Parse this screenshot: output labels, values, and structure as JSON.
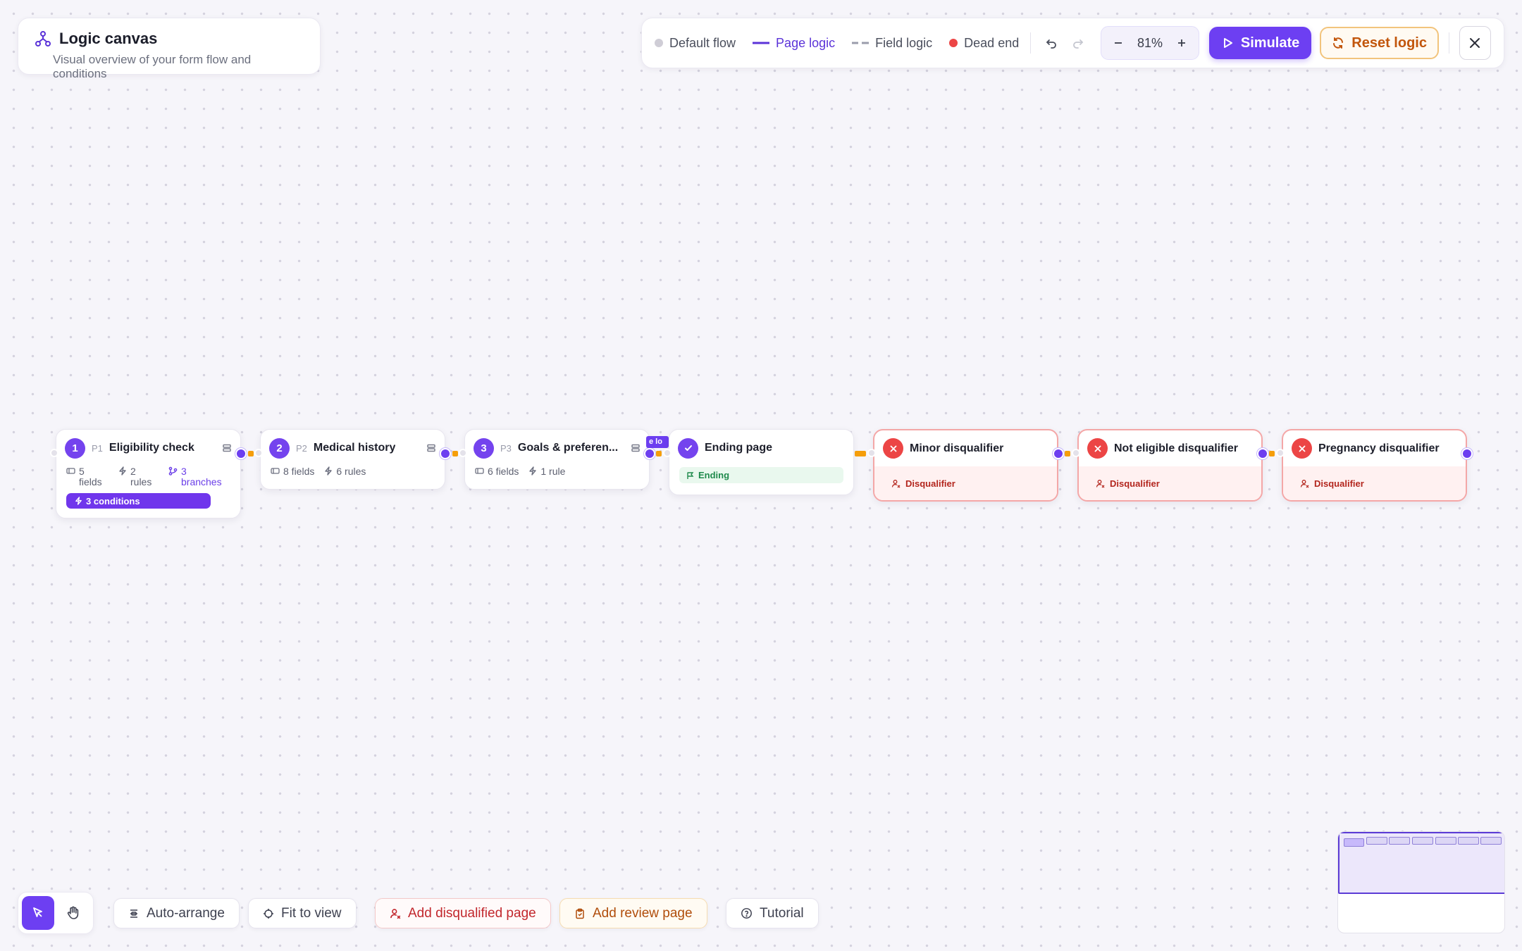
{
  "header": {
    "title": "Logic canvas",
    "subtitle": "Visual overview of your form flow and conditions"
  },
  "legend": [
    {
      "label": "Default flow",
      "color": "#cfcdd6"
    },
    {
      "label": "Page logic",
      "color": "#5b33d8"
    },
    {
      "label": "Field logic",
      "color": "#9a9cab"
    },
    {
      "label": "Dead end",
      "color": "#ec4545"
    }
  ],
  "toolbar": {
    "zoom": "81%",
    "simulate_label": "Simulate",
    "reset_label": "Reset logic"
  },
  "nodes": [
    {
      "number": "1",
      "id": "P1",
      "name": "Eligibility check",
      "fields": "5 fields",
      "rules": "2 rules",
      "branches": "3 branches",
      "conditions": "3 conditions"
    },
    {
      "number": "2",
      "id": "P2",
      "name": "Medical history",
      "fields": "8 fields",
      "rules": "6 rules"
    },
    {
      "number": "3",
      "id": "P3",
      "name": "Goals & preferen...",
      "fields": "6 fields",
      "rules": "1 rule"
    },
    {
      "name": "Ending page",
      "tag": "Ending"
    },
    {
      "name": "Minor disqualifier",
      "tag": "Disqualifier"
    },
    {
      "name": "Not eligible disqualifier",
      "tag": "Disqualifier"
    },
    {
      "name": "Pregnancy disqualifier",
      "tag": "Disqualifier"
    }
  ],
  "edge_label": "e lo",
  "bottom_bar": {
    "auto_arrange": "Auto-arrange",
    "fit_to_view": "Fit to view",
    "add_disqualified": "Add disqualified page",
    "add_review": "Add review page",
    "tutorial": "Tutorial"
  },
  "colors": {
    "accent": "#6d3ff2",
    "danger": "#ec4545",
    "warning": "#f59e0b",
    "success": "#1f8a4c"
  }
}
